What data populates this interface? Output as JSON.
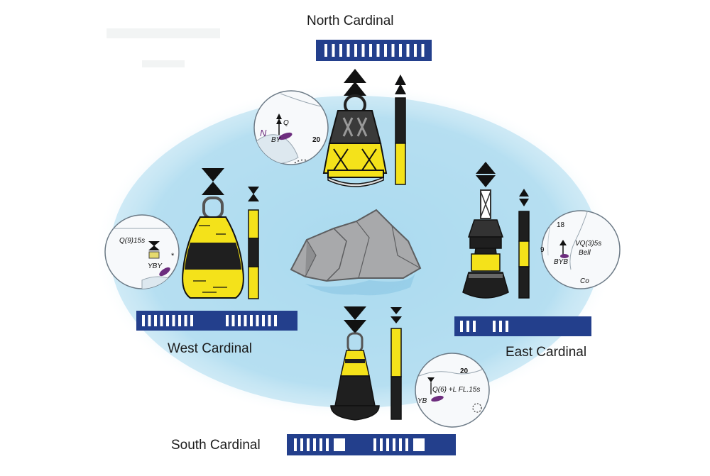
{
  "labels": {
    "north": "North Cardinal",
    "west": "West Cardinal",
    "east": "East Cardinal",
    "south": "South Cardinal"
  },
  "charts": {
    "north": {
      "light": "Q",
      "colour": "BY",
      "depth": "20",
      "direction": "N"
    },
    "west": {
      "light": "Q(9)15s",
      "colour": "YBY"
    },
    "east": {
      "depth_top": "18",
      "depth_side": "9",
      "light": "VQ(3)5s",
      "signal": "Bell",
      "colour": "BYB",
      "seabed": "Co"
    },
    "south": {
      "depth": "20",
      "light": "Q(6) +L FL.15s",
      "colour": "YB"
    }
  },
  "colors": {
    "water": "#a9d9ef",
    "light_bar": "#233f8c",
    "buoy_yellow": "#f4e21a",
    "buoy_black": "#1f1f1f",
    "rock": "#a8a9ab",
    "topmark": "#111111"
  },
  "light_patterns": {
    "north": "continuous quick flashes",
    "west": "9 flashes, pause, 9 flashes",
    "east": "3 flashes, 3 flashes",
    "south": "6 flashes + long flash, repeated"
  },
  "icons": [
    "north-topmark-icon",
    "west-topmark-icon",
    "east-topmark-icon",
    "south-topmark-icon"
  ]
}
